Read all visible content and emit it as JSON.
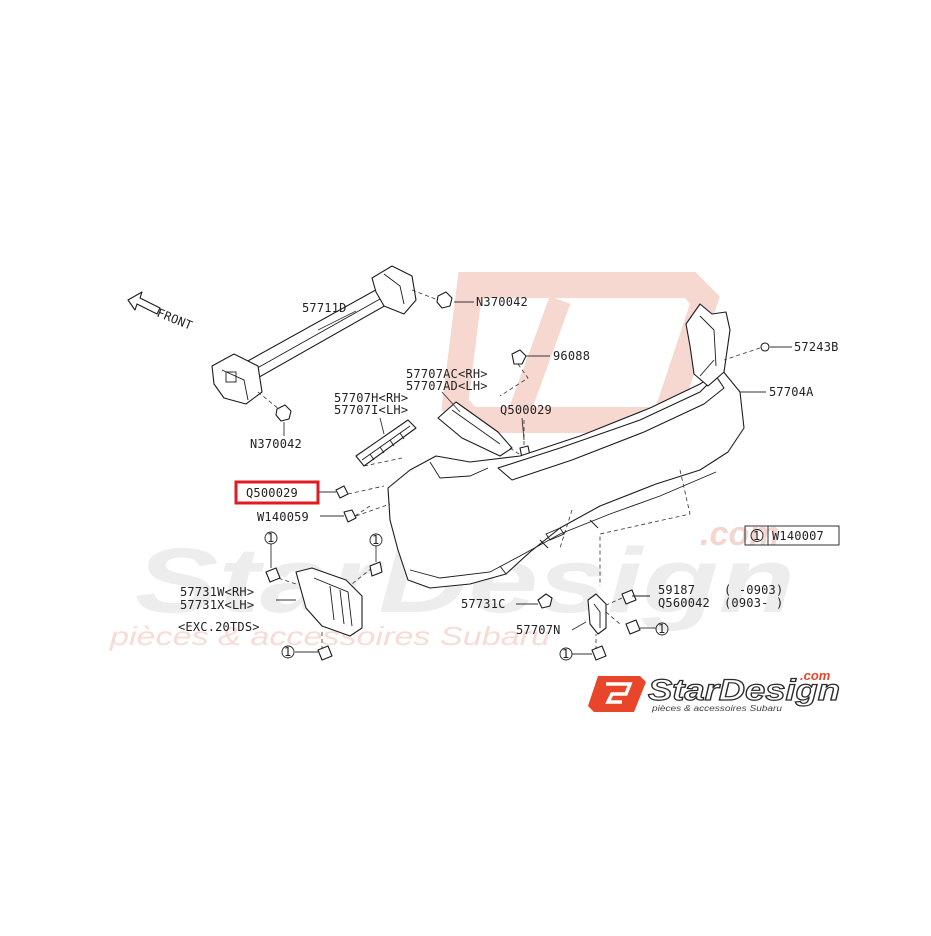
{
  "watermark": {
    "brand_big": "StarDesign",
    "tagline": "pièces & accessoires Subaru",
    "dotcom": ".com"
  },
  "logo": {
    "name": "StarDesign",
    "dotcom": ".com",
    "tagline": "pièces & accessoires Subaru",
    "accent_color": "#e8452a"
  },
  "front_arrow": {
    "label": "FRONT"
  },
  "labels": {
    "p57711D": "57711D",
    "pN370042_top": "N370042",
    "pN370042_bottom": "N370042",
    "p96088": "96088",
    "p57243B": "57243B",
    "p57707AC": "57707AC<RH>",
    "p57707AD": "57707AD<LH>",
    "p57704A": "57704A",
    "p57707H": "57707H<RH>",
    "p57707I": "57707I<LH>",
    "pQ500029_right": "Q500029",
    "pQ500029_left": "Q500029",
    "pW140059": "W140059",
    "pW140007": "W140007",
    "p57731W": "57731W<RH>",
    "p57731X": "57731X<LH>",
    "pEXC": "<EXC.20TDS>",
    "p57731C": "57731C",
    "p59187": "59187",
    "p59187_range": "(   -0903)",
    "pQ560042": "Q560042",
    "pQ560042_range": "(0903-   )",
    "p57707N": "57707N",
    "ref_marker": "1"
  },
  "highlight": {
    "target": "Q500029",
    "color": "#e21a22"
  }
}
